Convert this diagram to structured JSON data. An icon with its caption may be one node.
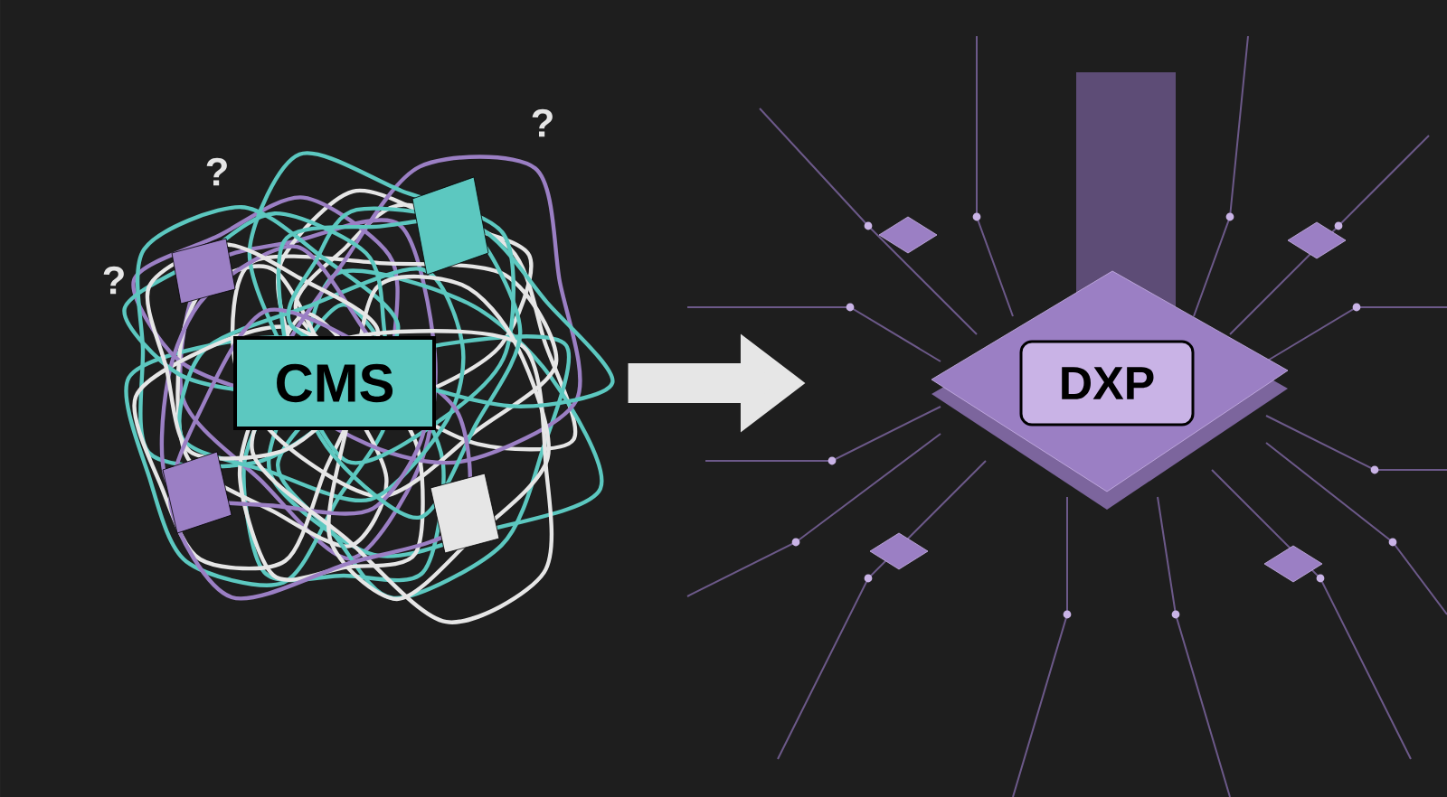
{
  "diagram": {
    "nodes": [
      {
        "text": [
          "CMS"
        ]
      },
      {
        "text": [
          "DXP"
        ]
      }
    ],
    "edges": [
      {
        "from": 0,
        "to": 1,
        "arrow": "to"
      }
    ],
    "labels": [
      "?",
      "?",
      "?"
    ]
  }
}
